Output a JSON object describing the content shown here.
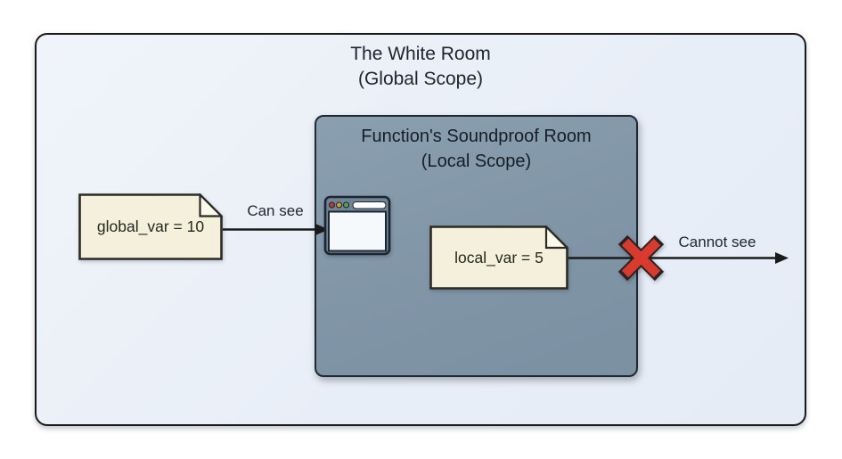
{
  "diagram": {
    "outer_room": {
      "title_line1": "The White Room",
      "title_line2": "(Global Scope)"
    },
    "inner_room": {
      "title_line1": "Function's Soundproof Room",
      "title_line2": "(Local Scope)"
    },
    "global_note": {
      "text": "global_var = 10"
    },
    "local_note": {
      "text": "local_var = 5"
    },
    "arrows": {
      "can_see_label": "Can see",
      "cannot_see_label": "Cannot see"
    },
    "icons": {
      "browser_window": "browser-window-icon",
      "blocked_cross": "x-mark-icon"
    },
    "colors": {
      "outer_room_fill": "#eaf0f8",
      "outer_room_border": "#1a1a1a",
      "inner_room_fill": "#8095a6",
      "inner_room_border": "#212830",
      "note_fill": "#f4f0dc",
      "note_fold_fill": "#fbf8ec",
      "note_border": "#2b2b24",
      "cross_red": "#d93a2e",
      "cross_outline": "#2a2220",
      "arrow_color": "#1a1a1a",
      "text_color": "#1d2430",
      "browser_frame_fill": "#6f8596",
      "browser_dot_red": "#c23a2f",
      "browser_dot_orange": "#d89c34",
      "browser_dot_green": "#5e9e53"
    }
  }
}
